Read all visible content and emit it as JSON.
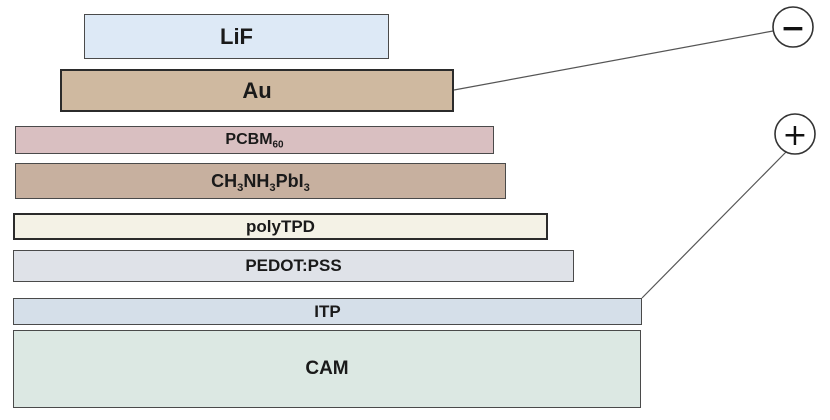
{
  "layers": {
    "lif": {
      "label": "LiF"
    },
    "au": {
      "label": "Au"
    },
    "pcbm": {
      "base": "PCBM",
      "sub1": "60"
    },
    "ch3": {
      "p1": "CH",
      "s1": "3",
      "p2": "NH",
      "s2": "3",
      "p3": "PbI",
      "s3": "3"
    },
    "poly": {
      "label": "polyTPD"
    },
    "pedot": {
      "label": "PEDOT:PSS"
    },
    "itp": {
      "label": "ITP"
    },
    "cam": {
      "label": "CAM"
    }
  },
  "terminals": {
    "negative": "−",
    "positive": "+"
  }
}
